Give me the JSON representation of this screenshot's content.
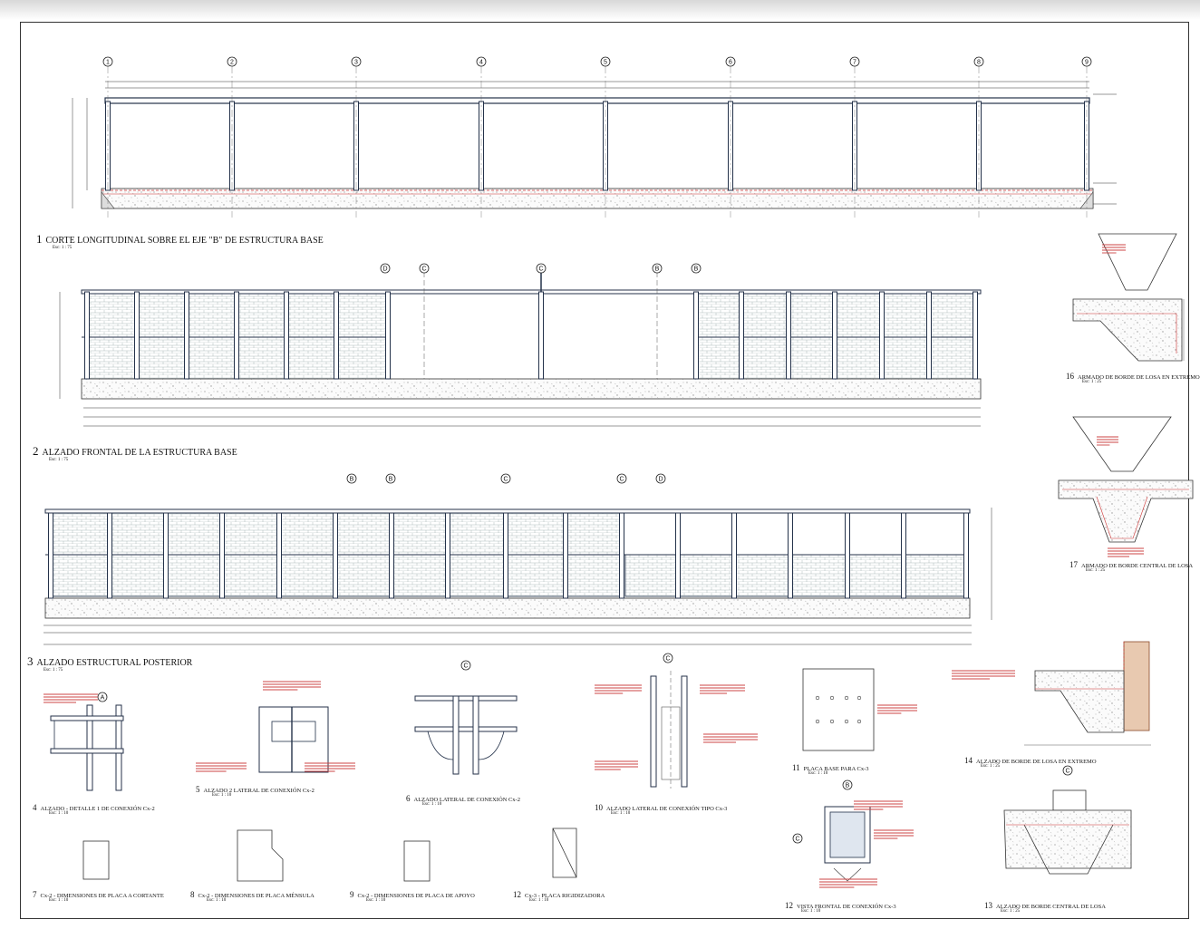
{
  "drawing": {
    "axis_top": [
      "1",
      "2",
      "3",
      "4",
      "5",
      "6",
      "7",
      "8",
      "9"
    ],
    "axis_front": [
      "D",
      "C",
      "C",
      "B",
      "B"
    ],
    "axis_rear": [
      "B",
      "B",
      "C",
      "C",
      "D"
    ],
    "titles": [
      {
        "num": "1",
        "text": "CORTE LONGITUDINAL SOBRE EL EJE \"B\" DE ESTRUCTURA BASE",
        "scale": "Esc: 1 : 75"
      },
      {
        "num": "2",
        "text": "ALZADO FRONTAL DE LA ESTRUCTURA BASE",
        "scale": "Esc: 1 : 75"
      },
      {
        "num": "3",
        "text": "ALZADO ESTRUCTURAL POSTERIOR",
        "scale": "Esc: 1 : 75"
      },
      {
        "num": "4",
        "text": "ALZADO - DETALLE 1 DE CONEXIÓN Cx-2",
        "scale": "Esc: 1 : 10"
      },
      {
        "num": "5",
        "text": "ALZADO 2 LATERAL DE CONEXIÓN Cx-2",
        "scale": "Esc: 1 : 10"
      },
      {
        "num": "6",
        "text": "ALZADO LATERAL DE CONEXIÓN Cx-2",
        "scale": "Esc: 1 : 10"
      },
      {
        "num": "10",
        "text": "ALZADO LATERAL DE CONEXIÓN TIPO Cx-3",
        "scale": "Esc: 1 : 10"
      },
      {
        "num": "11",
        "text": "PLACA BASE PARA Cx-3",
        "scale": "Esc: 1 : 10"
      },
      {
        "num": "12",
        "text": "VISTA FRONTAL DE CONEXIÓN Cx-3",
        "scale": "Esc: 1 : 10"
      },
      {
        "num": "13",
        "text": "ALZADO DE BORDE CENTRAL DE LOSA",
        "scale": "Esc: 1 : 25"
      },
      {
        "num": "14",
        "text": "ALZADO DE BORDE DE LOSA EN EXTREMO",
        "scale": "Esc: 1 : 25"
      },
      {
        "num": "16",
        "text": "ARMADO DE BORDE DE LOSA EN EXTREMO",
        "scale": "Esc: 1 : 25"
      },
      {
        "num": "17",
        "text": "ARMADO DE BORDE CENTRAL DE LOSA",
        "scale": "Esc: 1 : 25"
      },
      {
        "num": "7",
        "text": "Cx-2 - DIMENSIONES DE PLACA A CORTANTE",
        "scale": "Esc: 1 : 10"
      },
      {
        "num": "8",
        "text": "Cx-2 - DIMENSIONES DE PLACA MÉNSULA",
        "scale": "Esc: 1 : 10"
      },
      {
        "num": "9",
        "text": "Cx-2 - DIMENSIONES DE PLACA DE APOYO",
        "scale": "Esc: 1 : 10"
      },
      {
        "num": "12",
        "text": "Cx-3 - PLACA RIGIDIZADORA",
        "scale": "Esc: 1 : 10"
      }
    ],
    "detail_markers": {
      "d4": "A",
      "d6": "C",
      "d10": "C",
      "d12a": "B",
      "d12b": "C",
      "d13": "C"
    }
  }
}
